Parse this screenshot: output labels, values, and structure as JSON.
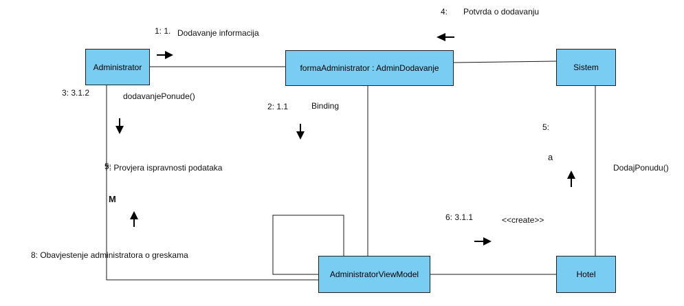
{
  "nodes": {
    "administrator": "Administrator",
    "forma": "formaAdministrator : AdminDodavanje",
    "sistem": "Sistem",
    "viewmodel": "AdministratorViewModel",
    "hotel": "Hotel"
  },
  "messages": {
    "m1_num": "1: 1.",
    "m1_text": "Dodavanje informacija",
    "m2_num": "2: 1.1",
    "m2_text": "Binding",
    "m3_num": "3: 3.1.2",
    "m3_text": "dodavanjePonude()",
    "m4_num": "4:",
    "m4_text": "Potvrda o dodavanju",
    "m5_num": "5:",
    "m5_text": "a",
    "m5_label": "DodajPonudu()",
    "m6_num": "6: 3.1.1",
    "m6_text": "<<create>>",
    "m7_overlap": "5:",
    "m7_text": "7: Provjera ispravnosti podataka",
    "m7_glyph": "M",
    "m8_text": "8: Obavjestenje administratora o greskama"
  },
  "colors": {
    "node_fill": "#79cdf2",
    "line": "#1a1a1a"
  }
}
